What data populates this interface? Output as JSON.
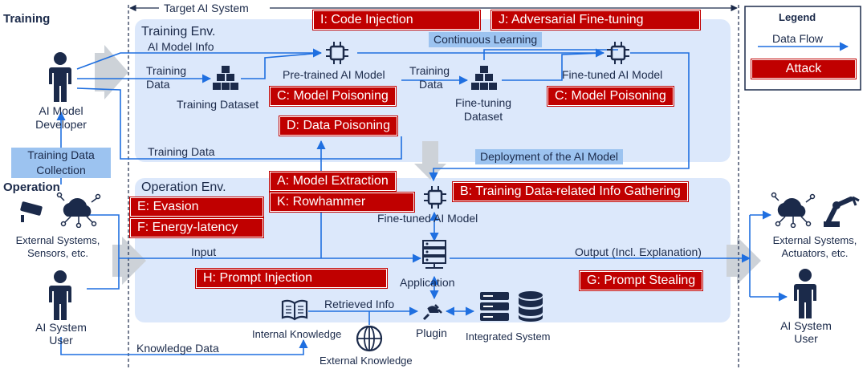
{
  "labels": {
    "training": "Training",
    "operation": "Operation",
    "target_system": "Target AI System",
    "training_env": "Training Env.",
    "operation_env": "Operation Env.",
    "ai_model_info": "AI Model Info",
    "training_data_1a": "Training",
    "training_data_1b": "Data",
    "training_dataset": "Training Dataset",
    "pretrained_model": "Pre-trained AI Model",
    "training_data_2a": "Training",
    "training_data_2b": "Data",
    "finetuning_dataset_a": "Fine-tuning",
    "finetuning_dataset_b": "Dataset",
    "finetuned_model_top": "Fine-tuned AI Model",
    "training_data_bottom": "Training Data",
    "ai_model_developer_a": "AI Model",
    "ai_model_developer_b": "Developer",
    "external_systems_left_a": "External Systems,",
    "external_systems_left_b": "Sensors, etc.",
    "ai_system_user_left_a": "AI System",
    "ai_system_user_left_b": "User",
    "finetuned_model_op": "Fine-tuned AI Model",
    "input": "Input",
    "output": "Output (Incl. Explanation)",
    "application": "Application",
    "retrieved_info": "Retrieved Info",
    "internal_knowledge": "Internal Knowledge",
    "plugin": "Plugin",
    "integrated_system": "Integrated System",
    "external_knowledge": "External Knowledge",
    "knowledge_data": "Knowledge Data",
    "external_systems_right_a": "External Systems,",
    "external_systems_right_b": "Actuators, etc.",
    "ai_system_user_right_a": "AI System",
    "ai_system_user_right_b": "User"
  },
  "captions": {
    "continuous_learning": "Continuous Learning",
    "deployment": "Deployment of the AI Model",
    "training_data_collection_a": "Training Data",
    "training_data_collection_b": "Collection"
  },
  "attacks": {
    "code_injection": "I: Code Injection",
    "adversarial_finetuning": "J: Adversarial Fine-tuning",
    "model_poisoning_1": "C: Model Poisoning",
    "model_poisoning_2": "C: Model Poisoning",
    "data_poisoning": "D: Data Poisoning",
    "model_extraction": "A: Model Extraction",
    "rowhammer": "K: Rowhammer",
    "training_data_info": "B: Training Data-related Info Gathering",
    "evasion": "E: Evasion",
    "energy_latency": "F: Energy-latency",
    "prompt_injection": "H: Prompt Injection",
    "prompt_stealing": "G: Prompt Stealing"
  },
  "legend": {
    "title": "Legend",
    "data_flow": "Data Flow",
    "attack": "Attack"
  },
  "colors": {
    "attack": "#c00000",
    "flow": "#1f6fe0",
    "env_bg": "#dce8fb",
    "caption_bg": "#9cc3f0",
    "text": "#1b2a4a"
  }
}
